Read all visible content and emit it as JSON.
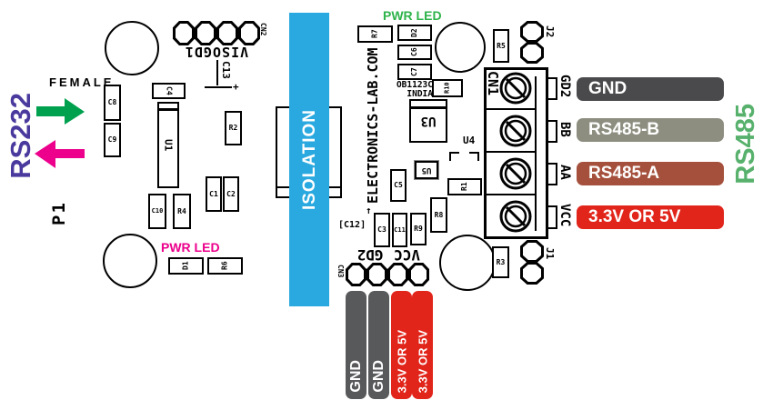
{
  "left_panel": {
    "protocol": "RS232",
    "protocol_color": "#4a3a9e",
    "connector_type": "FEMALE",
    "connector_ref": "P1",
    "arrow_out_color": "#00a14e",
    "arrow_in_color": "#ec008c",
    "pwr_led": "PWR LED",
    "pwr_led_color": "#ec008c"
  },
  "isolation": {
    "label": "ISOLATION",
    "bar_color": "#29a9df"
  },
  "silkscreen": {
    "brand": "ELECTRONICS-LAB.COM",
    "board_code": "OB1123C",
    "board_origin": "INDIA",
    "header_label": "VISOGD1",
    "pwr_led": "PWR LED",
    "pwr_led_color": "#2eb34a",
    "c12_arrow": "↑",
    "c13_arrow": "+",
    "refs": {
      "c1": "C1",
      "c2": "C2",
      "c3": "C3",
      "c4": "C4",
      "c5": "C5",
      "c6": "C6",
      "c7": "C7",
      "c8": "C8",
      "c9": "C9",
      "c10": "C10",
      "c11": "C11",
      "c12": "[C12]",
      "c13": "C13",
      "d1": "D1",
      "d2": "D2",
      "r1": "R1",
      "r2": "R2",
      "r3": "R3",
      "r4": "R4",
      "r5": "R5",
      "r6": "R6",
      "r7": "R7",
      "r8": "R8",
      "r9": "R9",
      "r10": "R10",
      "u1": "U1",
      "u3": "U3",
      "u4": "U4",
      "u5": "U5"
    },
    "connectors": {
      "cn1": "CN1",
      "cn2": "CN2",
      "cn3": "CN3",
      "j1": "J1",
      "j2": "J2"
    },
    "cn1_pins": [
      "GD2",
      "BB",
      "AA",
      "VCC"
    ],
    "cn3_pins": [
      "GD2",
      "VCC"
    ]
  },
  "right_panel": {
    "protocol": "RS485",
    "protocol_color": "#57b16c",
    "pins": [
      {
        "label": "GND",
        "color": "#4a4a4c"
      },
      {
        "label": "RS485-B",
        "color": "#8d8e80"
      },
      {
        "label": "RS485-A",
        "color": "#a5503c"
      },
      {
        "label": "3.3V OR 5V",
        "color": "#e1251b"
      }
    ]
  },
  "bottom_panel": {
    "pins": [
      {
        "label": "GND",
        "color": "#58595b"
      },
      {
        "label": "GND",
        "color": "#58595b"
      },
      {
        "label": "3.3V OR 5V",
        "color": "#e1251b"
      },
      {
        "label": "3.3V OR 5V",
        "color": "#e1251b"
      }
    ]
  }
}
